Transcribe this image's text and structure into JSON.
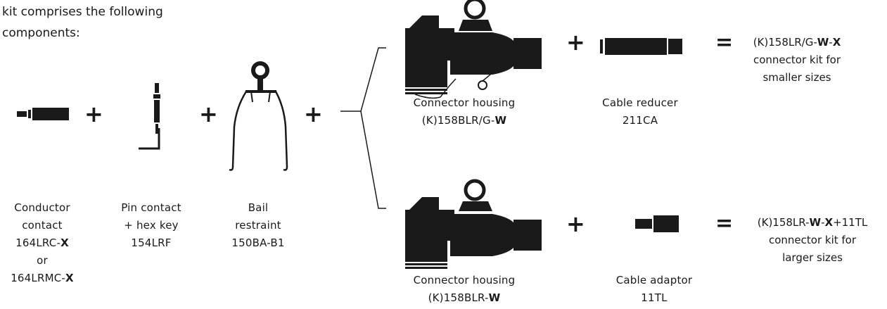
{
  "intro": {
    "line1": "kit comprises the following",
    "line2": "components:"
  },
  "components": {
    "conductor_contact": {
      "l1": "Conductor",
      "l2": "contact",
      "l3a": "164LRC-",
      "l3b": "X",
      "l4": "or",
      "l5a": "164LRMC-",
      "l5b": "X"
    },
    "pin_contact": {
      "l1": "Pin contact",
      "l2": "+ hex key",
      "l3": "154LRF"
    },
    "bail_restraint": {
      "l1": "Bail",
      "l2": "restraint",
      "l3": "150BA-B1"
    }
  },
  "top_branch": {
    "housing": {
      "l1": "Connector housing",
      "l2a": "(K)158BLR/G-",
      "l2b": "W"
    },
    "accessory": {
      "l1": "Cable reducer",
      "l2": "211CA"
    },
    "result": {
      "l1a": "(K)158LR/G-",
      "l1b": "W",
      "l1c": "-",
      "l1d": "X",
      "l2": "connector kit for",
      "l3": "smaller sizes"
    }
  },
  "bottom_branch": {
    "housing": {
      "l1": "Connector housing",
      "l2a": "(K)158BLR-",
      "l2b": "W"
    },
    "accessory": {
      "l1": "Cable adaptor",
      "l2": "11TL"
    },
    "result": {
      "l1a": "(K)158LR-",
      "l1b": "W",
      "l1c": "-",
      "l1d": "X",
      "l1e": "+11TL",
      "l2": "connector kit for",
      "l3": "larger sizes"
    }
  },
  "symbols": {
    "plus": "+",
    "equals": "="
  },
  "colors": {
    "ink": "#1a1a1a",
    "background": "#ffffff"
  }
}
